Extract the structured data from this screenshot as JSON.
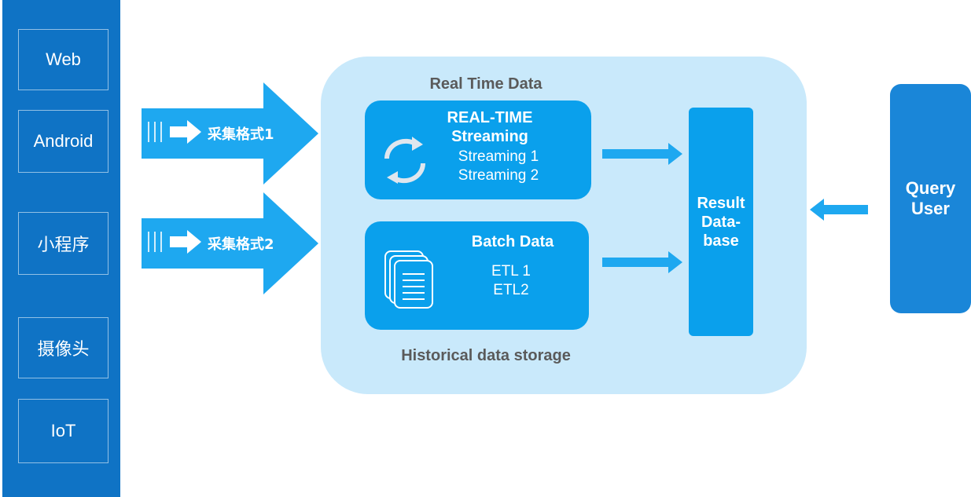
{
  "sources": [
    "Web",
    "Android",
    "小程序",
    "摄像头",
    "IoT"
  ],
  "ingest": {
    "arrow1_label": "采集格式1",
    "arrow2_label": "采集格式2"
  },
  "panel": {
    "title_top": "Real Time Data",
    "title_bottom": "Historical data storage"
  },
  "streaming": {
    "title_line1": "REAL-TIME",
    "title_line2": "Streaming",
    "items": [
      "Streaming 1",
      "Streaming 2"
    ]
  },
  "batch": {
    "title": "Batch Data",
    "items": [
      "ETL 1",
      "ETL2"
    ]
  },
  "result": {
    "line1": "Result",
    "line2": "Data-",
    "line3": "base"
  },
  "query": {
    "line1": "Query",
    "line2": "User"
  },
  "colors": {
    "sidebar": "#0f73c5",
    "arrow": "#1ea8f0",
    "panel": "#c9e9fb",
    "card": "#0aa0ec",
    "query": "#1a86d8"
  }
}
